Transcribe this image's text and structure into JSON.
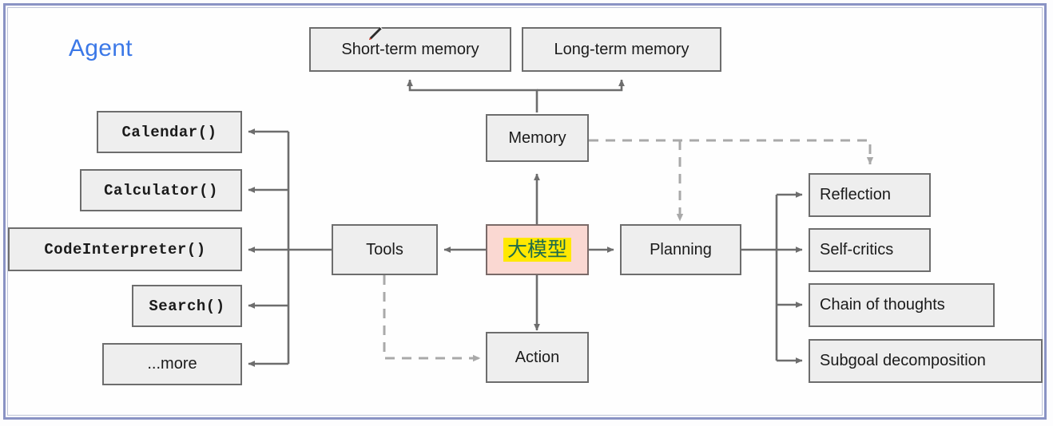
{
  "diagram": {
    "title": "Agent",
    "title_color": "#3b78e7",
    "frame_color": "#8a93c4",
    "node_fill": "#eeeeee",
    "node_stroke": "#6d6d6d",
    "llm_fill": "#fad8d2",
    "llm_highlight_bg": "#ffe800",
    "llm_text_color": "#1f6b4a",
    "memory": {
      "short_term": "Short-term memory",
      "long_term": "Long-term memory",
      "hub": "Memory"
    },
    "core": {
      "llm": "大模型",
      "tools": "Tools",
      "planning": "Planning",
      "action": "Action"
    },
    "tools": [
      {
        "label": "Calendar()",
        "mono": true
      },
      {
        "label": "Calculator()",
        "mono": true
      },
      {
        "label": "CodeInterpreter()",
        "mono": true
      },
      {
        "label": "Search()",
        "mono": true
      },
      {
        "label": "...more",
        "mono": false
      }
    ],
    "planning_items": [
      {
        "label": "Reflection"
      },
      {
        "label": "Self-critics"
      },
      {
        "label": "Chain of thoughts"
      },
      {
        "label": "Subgoal decomposition"
      }
    ],
    "cursor": {
      "name": "pen-cursor",
      "tip_color": "#e03a26"
    }
  }
}
